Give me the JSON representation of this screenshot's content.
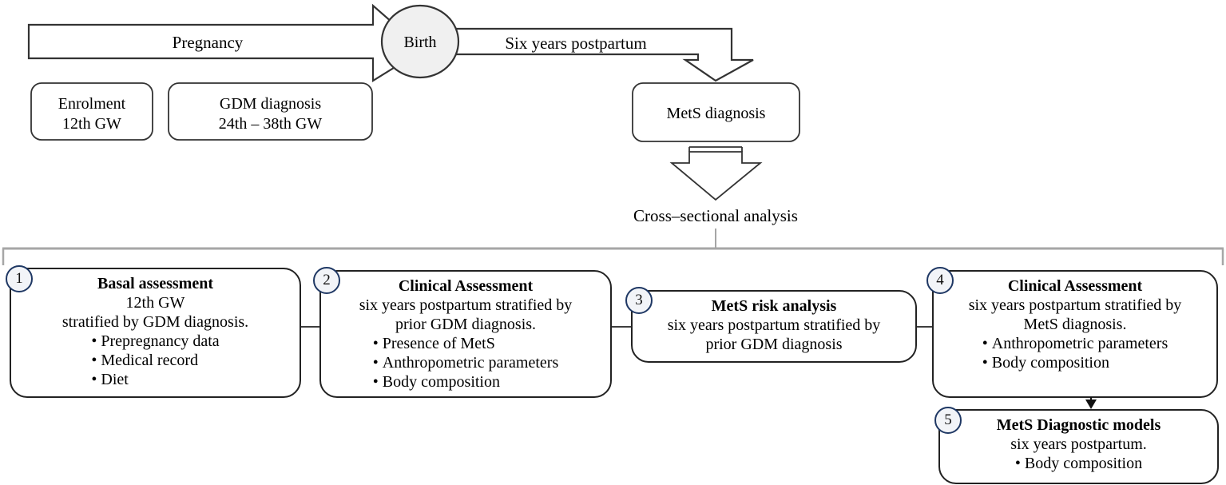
{
  "figure": {
    "type": "study-design-flow-diagram",
    "colors": {
      "stroke": "#333333",
      "bracket": "#a6a6a6",
      "badge_border": "#1f3864",
      "badge_fill": "#f2f4f8",
      "birth_fill": "#f0f0f0",
      "background": "#ffffff",
      "text": "#000000"
    }
  },
  "timeline": {
    "pregnancy_label": "Pregnancy",
    "birth_label": "Birth",
    "postpartum_label": "Six years postpartum"
  },
  "top_boxes": [
    {
      "name": "enrolment",
      "line1": "Enrolment",
      "line2": "12th GW"
    },
    {
      "name": "gdm-diagnosis",
      "line1": "GDM diagnosis",
      "line2": "24th – 38th GW"
    },
    {
      "name": "mets-diagnosis",
      "line1": "MetS diagnosis",
      "line2": ""
    }
  ],
  "cross_sectional": {
    "label": "Cross–sectional analysis"
  },
  "steps": [
    {
      "number": "1",
      "title": "Basal assessment",
      "subtitle": "12th GW\nstratified by GDM diagnosis.",
      "bullets": [
        "Prepregnancy data",
        "Medical record",
        "Diet"
      ]
    },
    {
      "number": "2",
      "title": "Clinical Assessment",
      "subtitle": "six years postpartum stratified by\nprior GDM diagnosis.",
      "bullets": [
        "Presence of MetS",
        "Anthropometric parameters",
        "Body composition"
      ]
    },
    {
      "number": "3",
      "title": "MetS risk analysis",
      "subtitle": "six years postpartum stratified by\nprior GDM diagnosis",
      "bullets": []
    },
    {
      "number": "4",
      "title": "Clinical Assessment",
      "subtitle": "six years postpartum stratified by\nMetS diagnosis.",
      "bullets": [
        "Anthropometric parameters",
        "Body composition"
      ]
    },
    {
      "number": "5",
      "title": "MetS Diagnostic models",
      "subtitle": "six years postpartum.",
      "bullets": [
        "Body composition"
      ]
    }
  ]
}
